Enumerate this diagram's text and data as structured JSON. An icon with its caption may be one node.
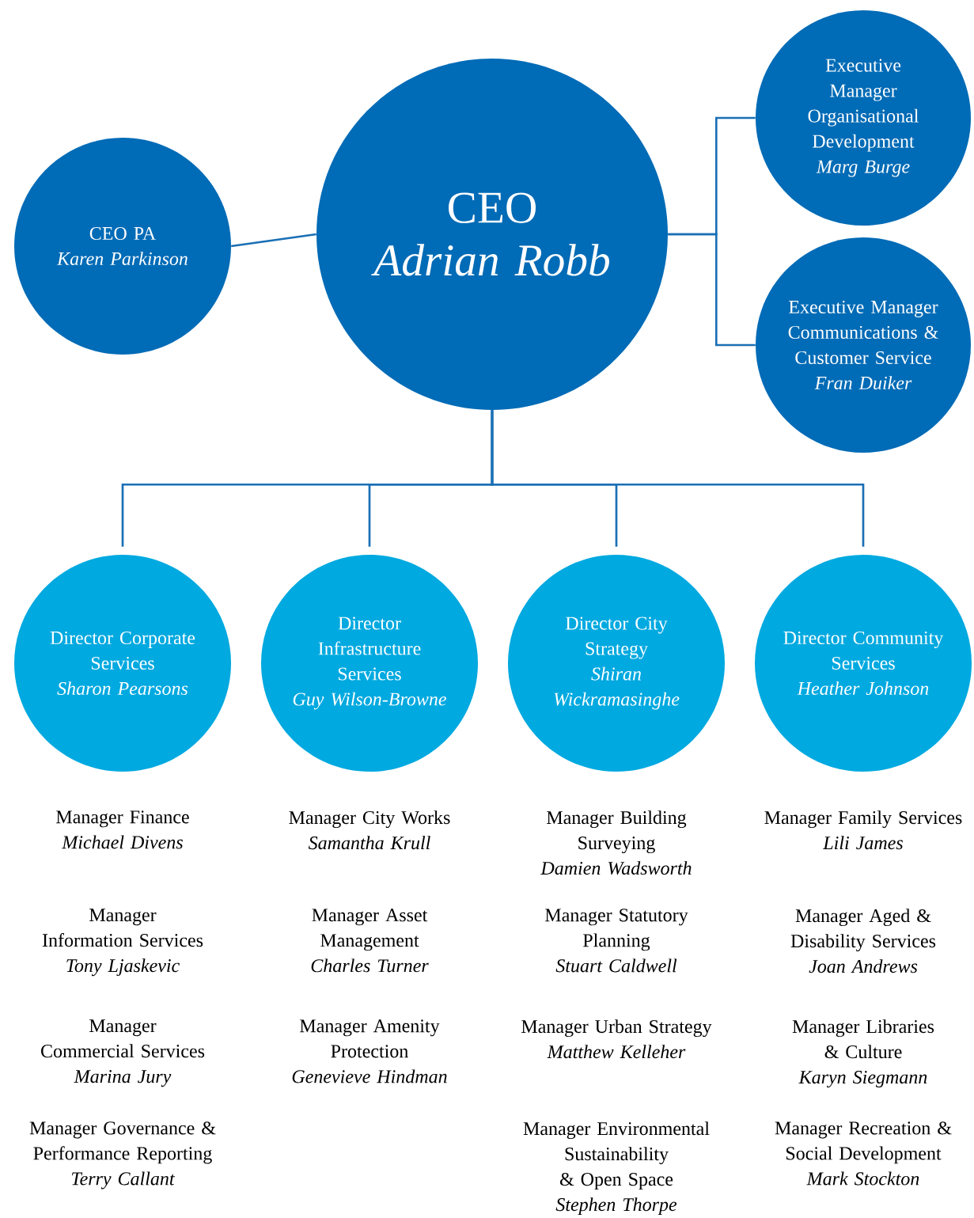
{
  "diagram": {
    "nodes": [
      {
        "text": [
          "CEO PA",
          "Karen Parkinson"
        ]
      },
      {
        "text": [
          "CEO",
          "Adrian Robb"
        ]
      },
      {
        "text": [
          "Executive Manager Organisational Development",
          "Marg Burge"
        ]
      },
      {
        "text": [
          "Executive Manager Communications & Customer Service",
          "Fran Duiker"
        ]
      },
      {
        "text": [
          "Director Corporate Services",
          "Sharon Pearsons"
        ]
      },
      {
        "text": [
          "Director Infrastructure Services",
          "Guy Wilson-Browne"
        ]
      },
      {
        "text": [
          "Director City Strategy",
          "Shiran Wickramasinghe"
        ]
      },
      {
        "text": [
          "Director Community Services",
          "Heather Johnson"
        ]
      }
    ],
    "edges": [
      {
        "from": 1,
        "to": 0,
        "arrow": "none"
      },
      {
        "from": 1,
        "to": 2,
        "arrow": "none"
      },
      {
        "from": 1,
        "to": 3,
        "arrow": "none"
      },
      {
        "from": 1,
        "to": 4,
        "arrow": "none"
      },
      {
        "from": 1,
        "to": 5,
        "arrow": "none"
      },
      {
        "from": 1,
        "to": 6,
        "arrow": "none"
      },
      {
        "from": 1,
        "to": 7,
        "arrow": "none"
      }
    ],
    "labels": [
      "Manager Finance",
      "Michael Divens",
      "Manager City Works",
      "Samantha Krull",
      "Manager Building Surveying",
      "Damien Wadsworth",
      "Manager Family Services",
      "Lili James",
      "Manager Information Services",
      "Tony Ljaskevic",
      "Manager Asset Management",
      "Charles Turner",
      "Manager Statutory Planning",
      "Stuart Caldwell",
      "Manager Aged & Disability Services",
      "Joan Andrews",
      "Manager Commercial Services",
      "Marina Jury",
      "Manager Amenity Protection",
      "Genevieve Hindman",
      "Manager Urban Strategy",
      "Matthew Kelleher",
      "Manager Libraries & Culture",
      "Karyn Siegmann",
      "Manager Governance & Performance Reporting",
      "Terry Callant",
      "Manager Environmental Sustainability & Open Space",
      "Stephen Thorpe",
      "Manager Recreation & Social Development",
      "Mark Stockton"
    ]
  }
}
